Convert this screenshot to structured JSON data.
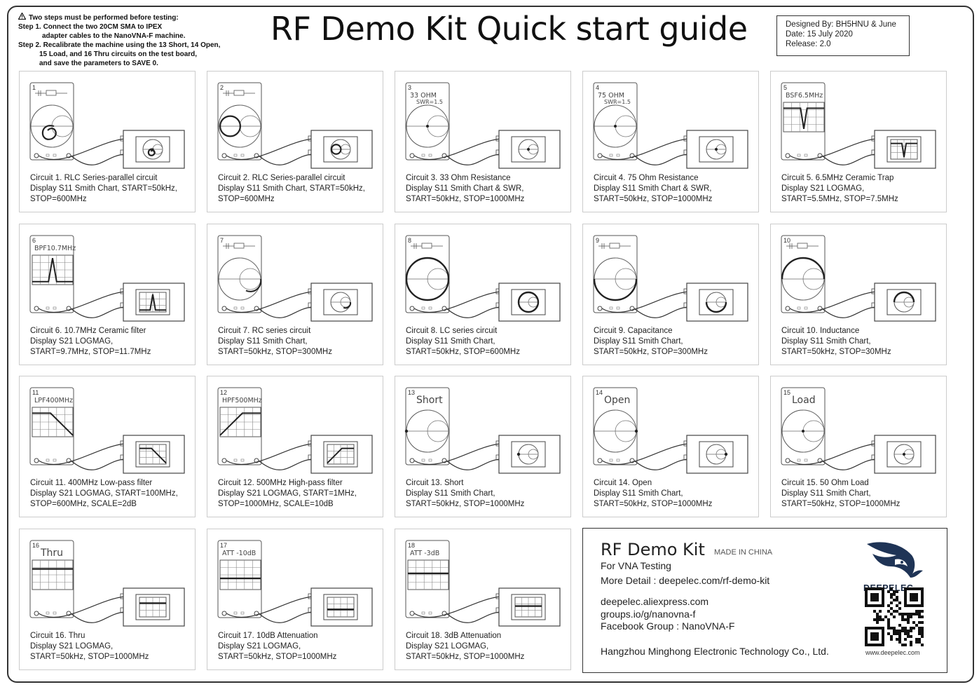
{
  "title": "RF Demo Kit Quick start guide",
  "notice": {
    "warning_icon": "warning-triangle-icon",
    "line1": "Two steps must be performed before testing:",
    "line2": "Step 1. Connect the two 20CM SMA to IPEX",
    "line3": "adapter cables to the NanoVNA-F machine.",
    "line4": "Step 2. Recalibrate the machine using the 13 Short, 14 Open,",
    "line5": "15 Load, and 16 Thru circuits on the test board,",
    "line6": "and save the parameters to SAVE 0."
  },
  "design": {
    "designer": "Designed By: BH5HNU & June",
    "date": "Date: 15 July 2020",
    "release": "Release: 2.0"
  },
  "circuits": [
    {
      "num": "1",
      "label": "",
      "kind": "smith-spiral",
      "lines": [
        "Circuit 1. RLC Series-parallel circuit",
        "Display S11 Smith Chart, START=50kHz,",
        "STOP=600MHz"
      ]
    },
    {
      "num": "2",
      "label": "",
      "kind": "smith-loop",
      "lines": [
        "Circuit 2. RLC Series-parallel circuit",
        "Display S11 Smith Chart, START=50kHz,",
        "STOP=600MHz"
      ]
    },
    {
      "num": "3",
      "label": "33 OHM",
      "sub": "SWR=1.5",
      "kind": "smith-dot",
      "lines": [
        "Circuit 3. 33 Ohm Resistance",
        "Display S11 Smith Chart & SWR,",
        "START=50kHz, STOP=1000MHz"
      ]
    },
    {
      "num": "4",
      "label": "75 OHM",
      "sub": "SWR=1.5",
      "kind": "smith-dot",
      "lines": [
        "Circuit 4. 75 Ohm Resistance",
        "Display S11 Smith Chart & SWR,",
        "START=50kHz, STOP=1000MHz"
      ]
    },
    {
      "num": "5",
      "label": "BSF6.5MHz",
      "kind": "notch",
      "lines": [
        "Circuit 5. 6.5MHz Ceramic Trap",
        "Display S21 LOGMAG,",
        "START=5.5MHz, STOP=7.5MHz"
      ]
    },
    {
      "num": "6",
      "label": "BPF10.7MHz",
      "kind": "peak",
      "lines": [
        "Circuit 6. 10.7MHz Ceramic filter",
        "Display S21 LOGMAG,",
        "START=9.7MHz, STOP=11.7MHz"
      ]
    },
    {
      "num": "7",
      "label": "",
      "kind": "smith-arc",
      "lines": [
        "Circuit 7. RC series circuit",
        "Display S11 Smith Chart,",
        "START=50kHz, STOP=300MHz"
      ]
    },
    {
      "num": "8",
      "label": "",
      "kind": "smith-outer",
      "lines": [
        "Circuit 8. LC series circuit",
        "Display S11 Smith Chart,",
        "START=50kHz, STOP=600MHz"
      ]
    },
    {
      "num": "9",
      "label": "",
      "kind": "smith-lower",
      "lines": [
        "Circuit 9. Capacitance",
        "Display S11 Smith Chart,",
        "START=50kHz, STOP=300MHz"
      ]
    },
    {
      "num": "10",
      "label": "",
      "kind": "smith-upper",
      "lines": [
        "Circuit 10. Inductance",
        "Display S11 Smith Chart,",
        "START=50kHz, STOP=30MHz"
      ]
    },
    {
      "num": "11",
      "label": "LPF400MHz",
      "kind": "lowpass",
      "lines": [
        "Circuit 11. 400MHz Low-pass filter",
        "Display S21 LOGMAG, START=100MHz,",
        "STOP=600MHz, SCALE=2dB"
      ]
    },
    {
      "num": "12",
      "label": "HPF500MHz",
      "kind": "highpass",
      "lines": [
        "Circuit 12. 500MHz High-pass filter",
        "Display S21 LOGMAG, START=1MHz,",
        "STOP=1000MHz, SCALE=10dB"
      ]
    },
    {
      "num": "13",
      "label": "Short",
      "kind": "smith-short",
      "lines": [
        "Circuit 13. Short",
        "Display S11 Smith Chart,",
        "START=50kHz, STOP=1000MHz"
      ]
    },
    {
      "num": "14",
      "label": "Open",
      "kind": "smith-open",
      "lines": [
        "Circuit 14. Open",
        "Display S11 Smith Chart,",
        "START=50kHz, STOP=1000MHz"
      ]
    },
    {
      "num": "15",
      "label": "Load",
      "kind": "smith-dot",
      "lines": [
        "Circuit 15. 50 Ohm Load",
        "Display S11 Smith Chart,",
        "START=50kHz, STOP=1000MHz"
      ]
    },
    {
      "num": "16",
      "label": "Thru",
      "kind": "flat",
      "lines": [
        "Circuit 16. Thru",
        "Display S21 LOGMAG,",
        "START=50kHz, STOP=1000MHz"
      ]
    },
    {
      "num": "17",
      "label": "ATT -10dB",
      "kind": "flat-low",
      "lines": [
        "Circuit 17. 10dB Attenuation",
        "Display S21 LOGMAG,",
        "START=50kHz, STOP=1000MHz"
      ]
    },
    {
      "num": "18",
      "label": "ATT -3dB",
      "kind": "flat-mid",
      "lines": [
        "Circuit 18. 3dB Attenuation",
        "Display S21 LOGMAG,",
        "START=50kHz, STOP=1000MHz"
      ]
    }
  ],
  "info": {
    "product": "RF Demo Kit",
    "made_in": "MADE IN CHINA",
    "purpose": "For VNA Testing",
    "more": "More Detail : deepelec.com/rf-demo-kit",
    "link1": "deepelec.aliexpress.com",
    "link2": "groups.io/g/nanovna-f",
    "link3": "Facebook Group : NanoVNA-F",
    "company": "Hangzhou Minghong Electronic Technology Co., Ltd.",
    "brand": "DEEPELEC",
    "brand_icon": "eagle-logo-icon",
    "qr_icon": "qr-code-icon",
    "site": "www.deepelec.com"
  }
}
